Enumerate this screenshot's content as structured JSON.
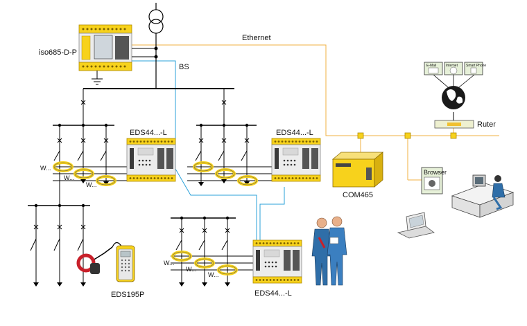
{
  "labels": {
    "iso685": "iso685-D-P",
    "ethernet": "Ethernet",
    "bs": "BS",
    "eds_left": "EDS44...-L",
    "eds_mid": "EDS44...-L",
    "eds_bottom": "EDS44...-L",
    "com465": "COM465",
    "eds195p": "EDS195P",
    "ruter": "Ruter",
    "browser": "Browser",
    "email": "E-Mail",
    "internet": "Internet",
    "smartphone": "Smart Phone",
    "w": "W..."
  },
  "colors": {
    "yellow": "#f7d21c",
    "ethernet": "#f0b040",
    "bus": "#2aa0d8",
    "line": "#000000"
  }
}
